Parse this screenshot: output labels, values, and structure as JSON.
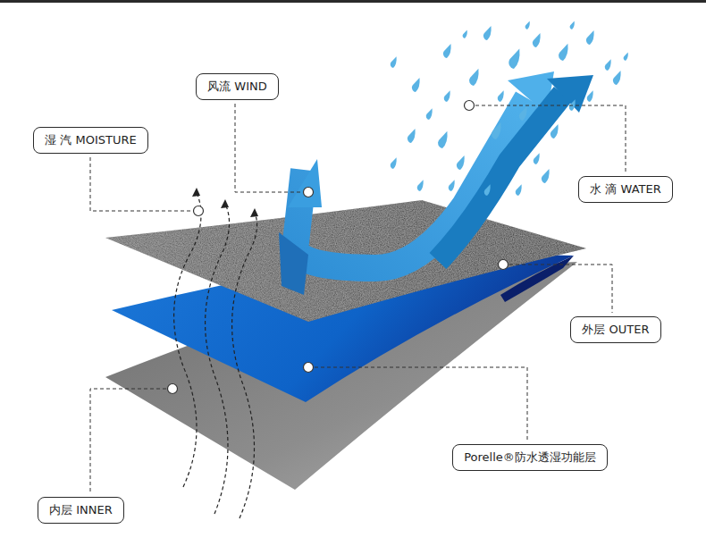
{
  "diagram": {
    "nodes": [
      {
        "text": [
          "风流 WIND"
        ]
      },
      {
        "text": [
          "湿 汽 MOISTURE"
        ]
      },
      {
        "text": [
          "水 滴 WATER"
        ]
      },
      {
        "text": [
          "外层 OUTER"
        ]
      },
      {
        "text": [
          "Porelle®防水透湿功能层"
        ]
      },
      {
        "text": [
          "内层 INNER"
        ]
      }
    ]
  }
}
